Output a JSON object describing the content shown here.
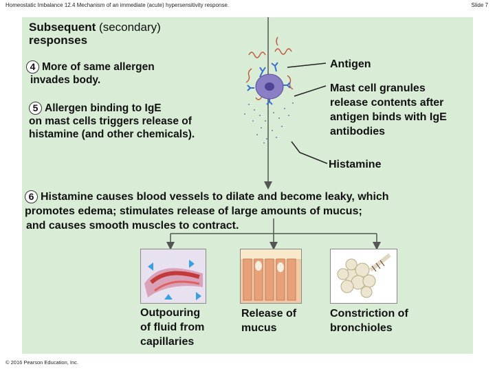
{
  "header": {
    "left": "Homeostatic Imbalance 12.4 Mechanism of an immediate (acute) hypersensitivity response.",
    "right": "Slide 7"
  },
  "title": {
    "main": "Subsequent",
    "paren": "(secondary)",
    "line2": "responses"
  },
  "steps": [
    {
      "num": "4",
      "line1": "More of same allergen",
      "line2": "invades body."
    },
    {
      "num": "5",
      "line1": "Allergen binding to IgE",
      "line2": "on mast cells triggers release of",
      "line3": "histamine (and other chemicals)."
    },
    {
      "num": "6",
      "line1": "Histamine causes blood vessels to dilate and become leaky, which",
      "line2": "promotes edema; stimulates release of large amounts of mucus;",
      "line3": "and causes smooth muscles to contract."
    }
  ],
  "labels": {
    "antigen": "Antigen",
    "mast_cell_1": "Mast cell granules",
    "mast_cell_2": "release contents after",
    "mast_cell_3": "antigen binds with IgE",
    "mast_cell_4": "antibodies",
    "histamine": "Histamine"
  },
  "effects": [
    {
      "line1": "Outpouring",
      "line2": "of fluid from",
      "line3": "capillaries"
    },
    {
      "line1": "Release of",
      "line2": "mucus"
    },
    {
      "line1": "Constriction of",
      "line2": "bronchioles"
    }
  ],
  "footer": "© 2016 Pearson Education, Inc.",
  "colors": {
    "panel": "#d8ecd6",
    "mast_cell": "#8a7fc4",
    "antibody": "#3a6fd1",
    "antigen": "#c0553a"
  }
}
